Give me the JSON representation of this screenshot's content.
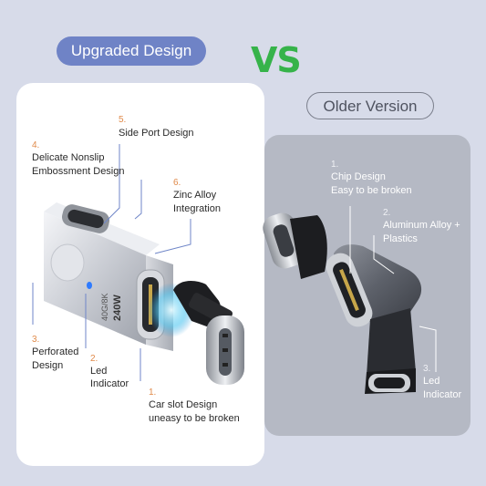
{
  "header": {
    "upgraded_label": "Upgraded Design",
    "vs_label": "VS",
    "older_label": "Older Version"
  },
  "left_callouts": {
    "c5": {
      "num": "5.",
      "line1": "Side Port Design"
    },
    "c4": {
      "num": "4.",
      "line1": "Delicate Nonslip",
      "line2": "Embossment Design"
    },
    "c6": {
      "num": "6.",
      "line1": "Zinc Alloy",
      "line2": "Integration"
    },
    "c3": {
      "num": "3.",
      "line1": "Perforated",
      "line2": "Design"
    },
    "c2": {
      "num": "2.",
      "line1": "Led",
      "line2": "Indicator"
    },
    "c1": {
      "num": "1.",
      "line1": "Car slot Design",
      "line2": "uneasy to be broken"
    }
  },
  "right_callouts": {
    "c1": {
      "num": "1.",
      "line1": "Chip Design",
      "line2": "Easy to be broken"
    },
    "c2": {
      "num": "2.",
      "line1": "Aluminum Alloy +",
      "line2": "Plastics"
    },
    "c3": {
      "num": "3.",
      "line1": "Led",
      "line2": "Indicator"
    }
  },
  "product_text": {
    "spec_top": "40G/8K",
    "spec_bottom": "240W"
  },
  "colors": {
    "page_bg": "#d7dbe9",
    "pill_upgraded": "#6f83c6",
    "vs_green": "#36b34a",
    "callout_number": "#e08a4a",
    "older_panel": "#b5b9c4"
  }
}
